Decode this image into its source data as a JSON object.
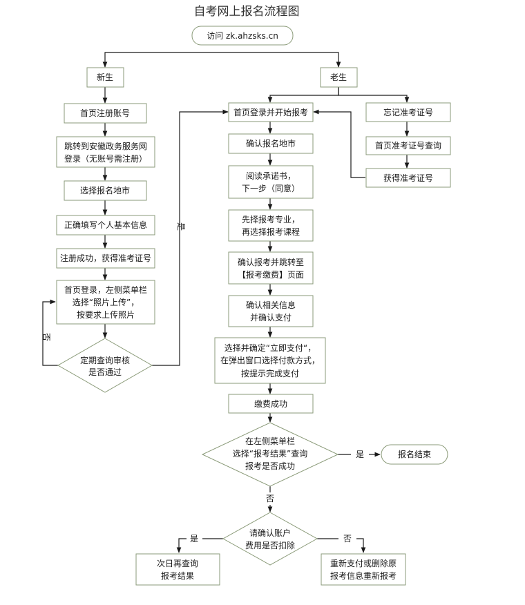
{
  "title": "自考网上报名流程图",
  "nodes": {
    "visit": [
      "访问 zk.ahzsks.cn"
    ],
    "new_student": [
      "新生"
    ],
    "old_student": [
      "老生"
    ],
    "homepage_register": [
      "首页注册账号"
    ],
    "jump_login": [
      "跳转到安徽政务服务网",
      "登录（无账号需注册）"
    ],
    "select_city_new": [
      "选择报名地市"
    ],
    "fill_info": [
      "正确填写个人基本信息"
    ],
    "register_success": [
      "注册成功，获得准考证号"
    ],
    "upload_photo": [
      "首页登录，左侧菜单栏",
      "选择“照片上传”，",
      "按要求上传照片"
    ],
    "review": [
      "定期查询审核",
      "是否通过"
    ],
    "login_apply": [
      "首页登录并开始报考"
    ],
    "confirm_city": [
      "确认报名地市"
    ],
    "read_commitment": [
      "阅读承诺书，",
      "下一步（同意）"
    ],
    "select_major": [
      "先择报考专业，",
      "再选择报考课程"
    ],
    "confirm_jump": [
      "确认报考并跳转至",
      "【报考缴费】页面"
    ],
    "confirm_pay": [
      "确认相关信息",
      "并确认支付"
    ],
    "choose_pay": [
      "选择并确定“立即支付“，",
      "在弹出窗口选择付款方式，",
      "按提示完成支付"
    ],
    "pay_success": [
      "缴费成功"
    ],
    "check_result": [
      "在左侧菜单栏",
      "选择“报考结果”查询",
      "报考是否成功"
    ],
    "apply_end": [
      "报名结束"
    ],
    "confirm_deduct": [
      "请确认账户",
      "费用是否扣除"
    ],
    "next_day": [
      "次日再查询",
      "报考结果"
    ],
    "repay": [
      "重新支付或删除原",
      "报考信息重新报考"
    ],
    "forgot_ticket": [
      "忘记准考证号"
    ],
    "query_ticket": [
      "首页准考证号查询"
    ],
    "get_ticket": [
      "获得准考证号"
    ]
  },
  "edge_labels": {
    "review_yes": "是",
    "review_no": "否",
    "result_yes": "是",
    "result_no": "否",
    "deduct_yes": "是",
    "deduct_no": "否"
  }
}
